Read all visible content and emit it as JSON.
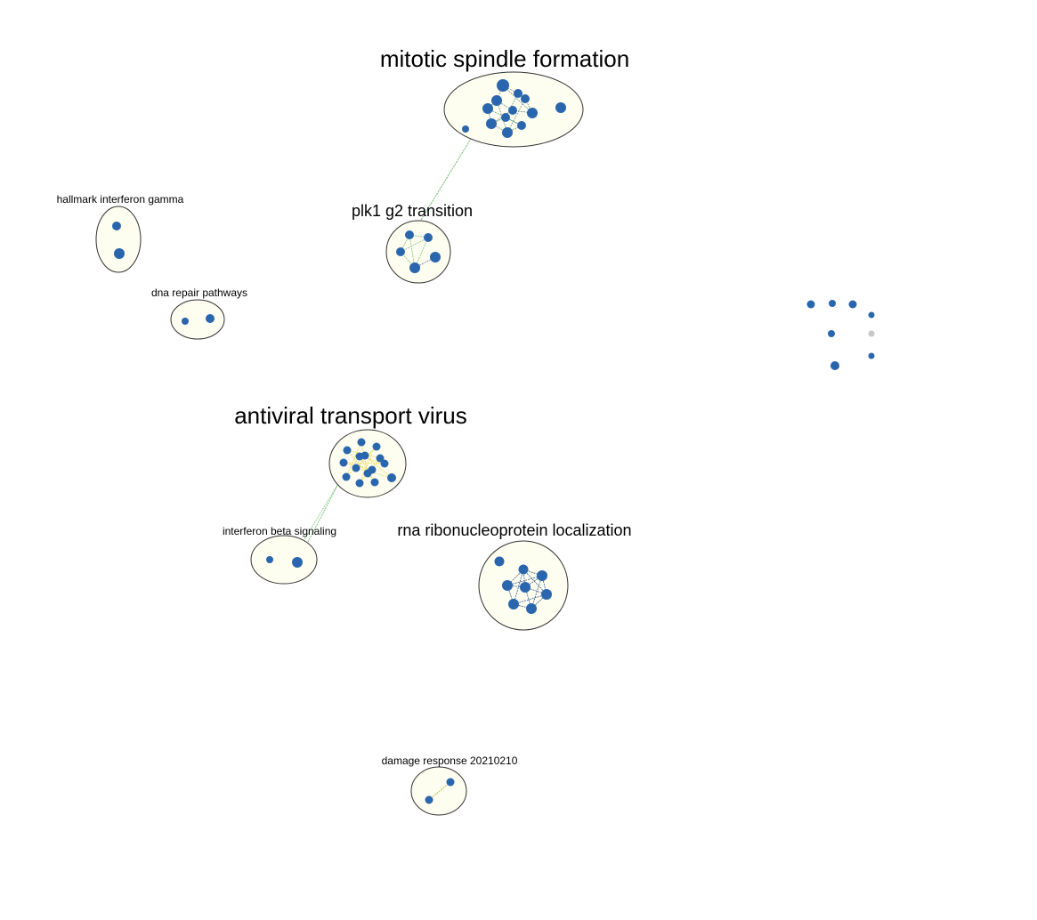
{
  "colors": {
    "node": "#2a66ad",
    "node_gray": "#c8c8c8",
    "edge_green": "#7cc47c",
    "edge_yellow": "#f0e26a",
    "edge_gray": "#6a7a8a",
    "edge_purple": "#8a6ac0",
    "cluster_fill": "#fdfdf0",
    "cluster_stroke": "#333333"
  },
  "clusters": [
    {
      "id": "mitotic",
      "label": "mitotic spindle formation",
      "size": "large"
    },
    {
      "id": "plk1",
      "label": "plk1 g2 transition",
      "size": "medium"
    },
    {
      "id": "ifng",
      "label": "hallmark interferon gamma",
      "size": "small"
    },
    {
      "id": "dna",
      "label": "dna repair pathways",
      "size": "small"
    },
    {
      "id": "antiviral",
      "label": "antiviral transport virus",
      "size": "large"
    },
    {
      "id": "ifnb",
      "label": "interferon beta signaling",
      "size": "small"
    },
    {
      "id": "rna",
      "label": "rna ribonucleoprotein localization",
      "size": "medium"
    },
    {
      "id": "damage",
      "label": "damage response 20210210",
      "size": "small"
    }
  ]
}
